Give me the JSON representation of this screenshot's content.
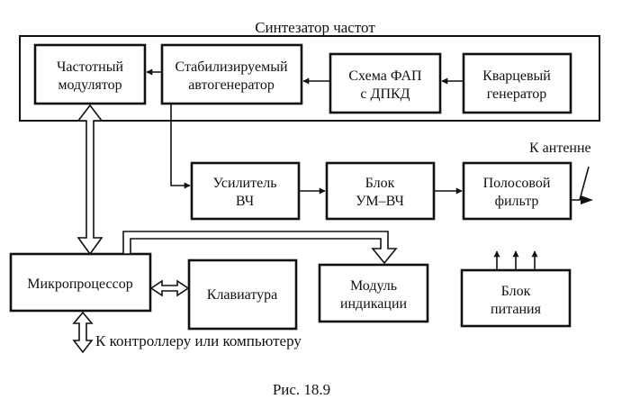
{
  "synth_label": "Синтезатор частот",
  "blocks": {
    "modulator": [
      "Частотный",
      "модулятор"
    ],
    "autogen": [
      "Стабилизируемый",
      "автогенератор"
    ],
    "pll": [
      "Схема ФАП",
      "с ДПКД"
    ],
    "quartz": [
      "Кварцевый",
      "генератор"
    ],
    "hf_amp": [
      "Усилитель",
      "ВЧ"
    ],
    "pa": [
      "Блок",
      "УМ–ВЧ"
    ],
    "bandpass": [
      "Полосовой",
      "фильтр"
    ],
    "cpu": [
      "Микропроцессор"
    ],
    "keyboard": [
      "Клавиатура"
    ],
    "display": [
      "Модуль",
      "индикации"
    ],
    "psu": [
      "Блок",
      "питания"
    ]
  },
  "antenna_label": "К антенне",
  "controller_label": "К контроллеру или компьютеру",
  "caption": "Рис. 18.9"
}
